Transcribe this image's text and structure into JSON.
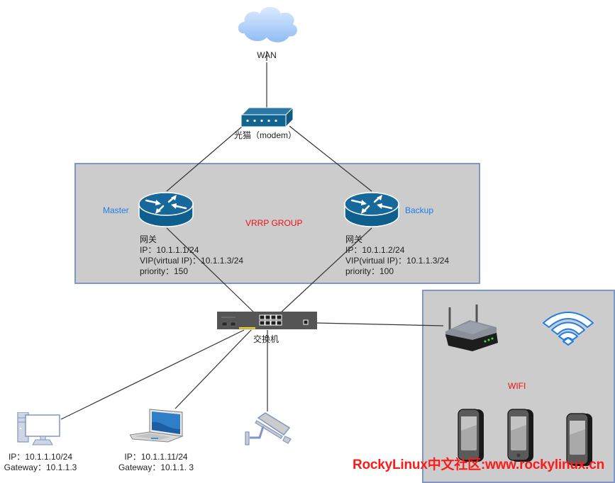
{
  "diagram": {
    "wan": {
      "label": "WAN",
      "icon": "cloud-icon"
    },
    "modem": {
      "label": "光猫（modem）",
      "icon": "modem-icon"
    },
    "vrrp_group": {
      "label": "VRRP GROUP",
      "master": {
        "role": "Master",
        "icon": "router-icon",
        "lines": [
          "网关",
          "IP：10.1.1.1/24",
          "VIP(virtual IP)：10.1.1.3/24",
          "priority：150"
        ]
      },
      "backup": {
        "role": "Backup",
        "icon": "router-icon",
        "lines": [
          "网关",
          "IP：10.1.1.2/24",
          "VIP(virtual IP)：10.1.1.3/24",
          "priority：100"
        ]
      }
    },
    "switch": {
      "label": "交换机",
      "icon": "switch-icon"
    },
    "clients": [
      {
        "icon": "desktop-icon",
        "lines": [
          "IP：10.1.1.10/24",
          "Gateway：10.1.1.3"
        ]
      },
      {
        "icon": "laptop-icon",
        "lines": [
          "IP：10.1.1.11/24",
          "Gateway：10.1.1. 3"
        ]
      },
      {
        "icon": "camera-icon",
        "lines": []
      }
    ],
    "wifi_group": {
      "label": "WIFI",
      "devices": [
        "wireless-router-icon",
        "wifi-signal-icon",
        "phone-icon",
        "phone-icon",
        "phone-icon"
      ]
    },
    "watermark": "RockyLinux中文社区:www.rockylinux.cn",
    "colors": {
      "group_fill": "#cccccc",
      "group_border": "#7f96c8",
      "role_text": "#1e7ee8",
      "group_text": "#ee1111",
      "router_fill": "#0f5f8e",
      "watermark": "#ff1a1a"
    }
  }
}
